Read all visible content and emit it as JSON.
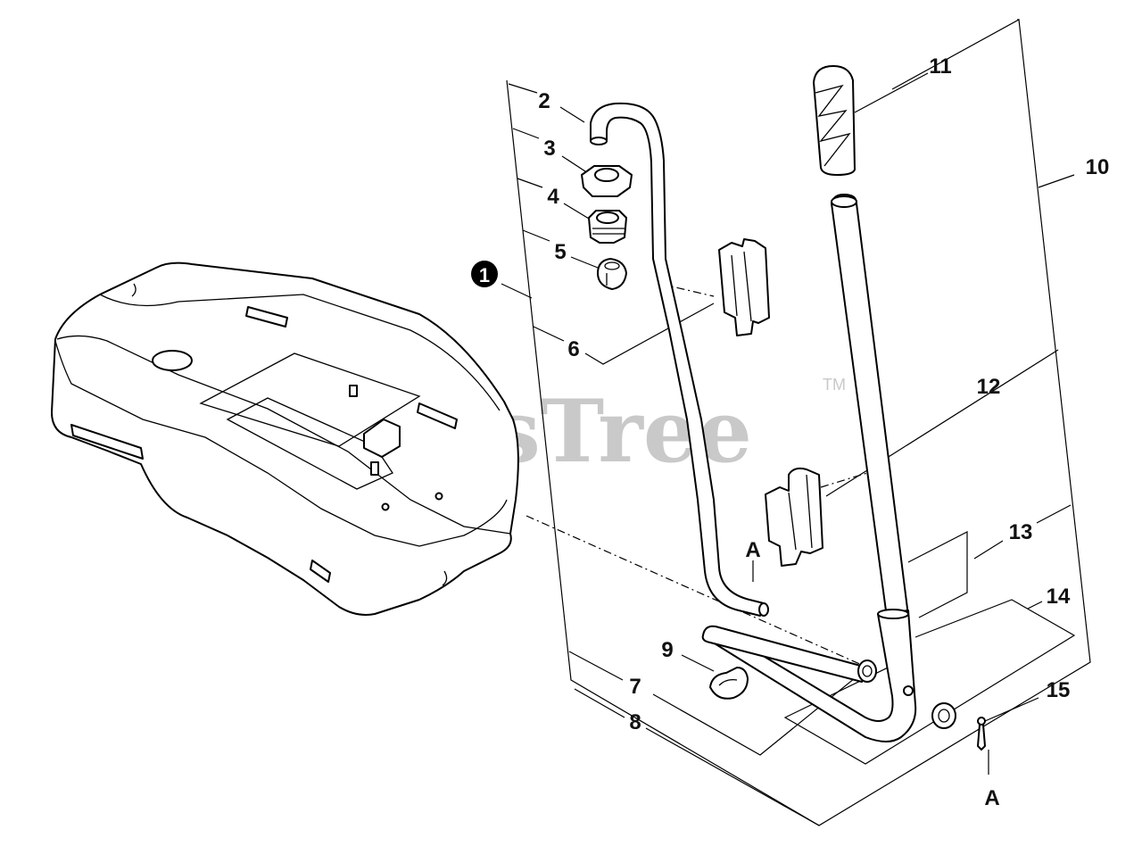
{
  "watermark": {
    "text": "PartsTree",
    "trademark": "TM"
  },
  "callouts": {
    "c1": "1",
    "c2": "2",
    "c3": "3",
    "c4": "4",
    "c5": "5",
    "c6": "6",
    "c7": "7",
    "c8": "8",
    "c9": "9",
    "c10": "10",
    "c11": "11",
    "c12": "12",
    "c13": "13",
    "c14": "14",
    "c15": "15"
  },
  "references": {
    "a_upper": "A",
    "a_lower": "A"
  },
  "colors": {
    "line": "#000000",
    "watermark": "#c9c9c9",
    "background": "#ffffff"
  }
}
